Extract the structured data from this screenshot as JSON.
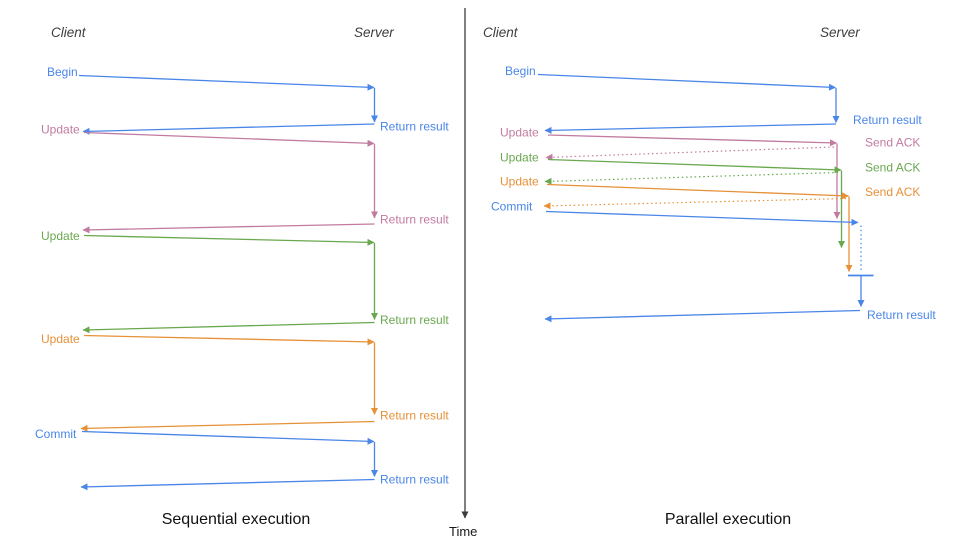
{
  "colors": {
    "blue": "#4a86e8",
    "pink": "#c27ba0",
    "green": "#6aa84f",
    "orange": "#e69138",
    "axis": "#3c3c3c",
    "header_text": "#3d3d3d",
    "caption_text": "#111111"
  },
  "time_axis": {
    "label": "Time"
  },
  "sequential": {
    "caption": "Sequential execution",
    "client_header": "Client",
    "server_header": "Server",
    "messages": [
      {
        "label": "Begin",
        "response": "Return result",
        "color": "#4a86e8"
      },
      {
        "label": "Update",
        "response": "Return result",
        "color": "#c27ba0"
      },
      {
        "label": "Update",
        "response": "Return result",
        "color": "#6aa84f"
      },
      {
        "label": "Update",
        "response": "Return result",
        "color": "#e69138"
      },
      {
        "label": "Commit",
        "response": "Return result",
        "color": "#4a86e8"
      }
    ]
  },
  "parallel": {
    "caption": "Parallel execution",
    "client_header": "Client",
    "server_header": "Server",
    "messages": [
      {
        "label": "Begin",
        "response": "Return result",
        "color": "#4a86e8"
      },
      {
        "label": "Update",
        "response": "Send ACK",
        "color": "#c27ba0"
      },
      {
        "label": "Update",
        "response": "Send ACK",
        "color": "#6aa84f"
      },
      {
        "label": "Update",
        "response": "Send ACK",
        "color": "#e69138"
      },
      {
        "label": "Commit",
        "response": "Return result",
        "color": "#4a86e8"
      }
    ]
  }
}
